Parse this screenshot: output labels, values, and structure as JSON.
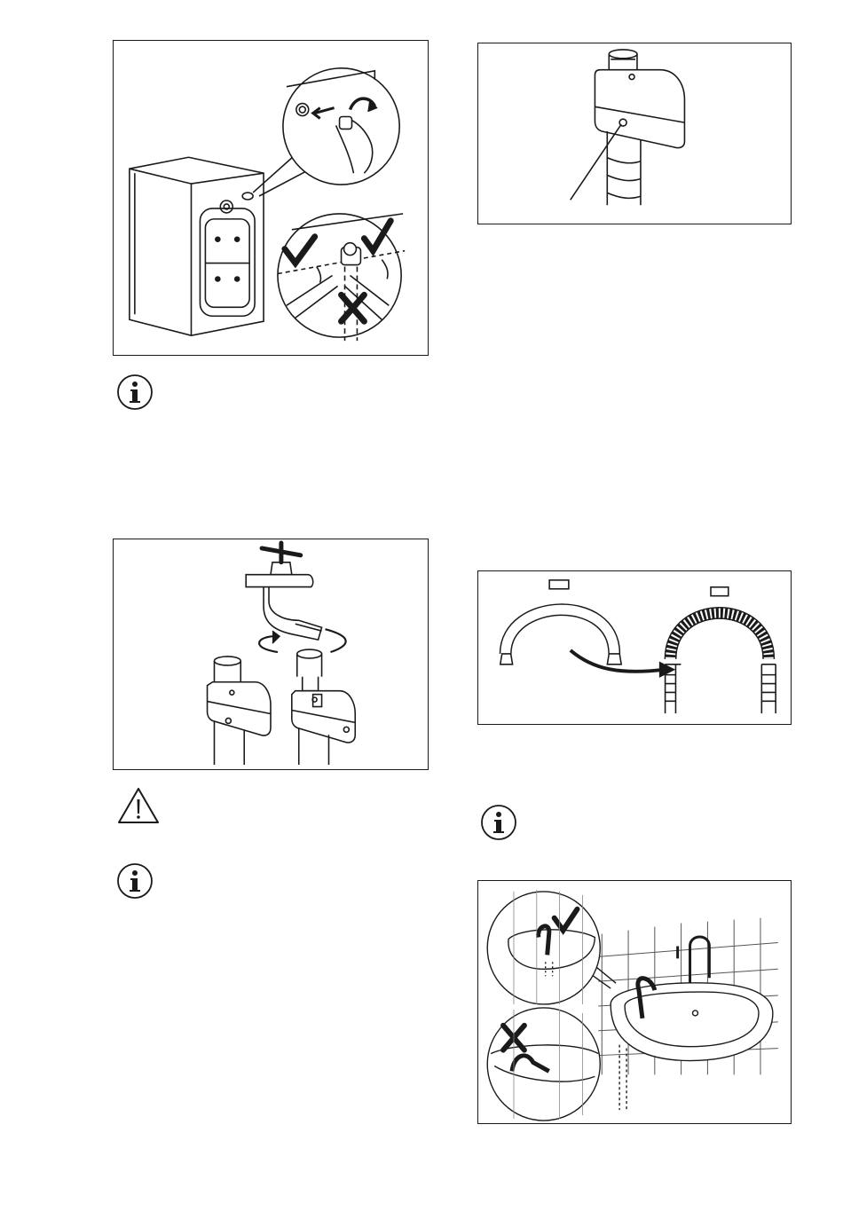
{
  "figures": {
    "inlet_connection": {
      "icon": "washing-machine-inlet-illustration",
      "marks": [
        "check",
        "check",
        "cross"
      ]
    },
    "valve_detail": {
      "icon": "hose-safety-valve-illustration"
    },
    "tap_connection": {
      "icon": "tap-and-valve-illustration"
    },
    "hose_guide": {
      "icon": "hose-guide-illustration"
    },
    "sink_drain": {
      "icon": "sink-drain-illustration",
      "marks": [
        "check",
        "cross"
      ]
    }
  },
  "notices": [
    {
      "icon": "info-icon"
    },
    {
      "icon": "warning-icon"
    },
    {
      "icon": "info-icon"
    },
    {
      "icon": "info-icon"
    }
  ],
  "colors": {
    "line": "#1a1a1a",
    "background": "#ffffff",
    "shade": "#dcdcdc"
  }
}
